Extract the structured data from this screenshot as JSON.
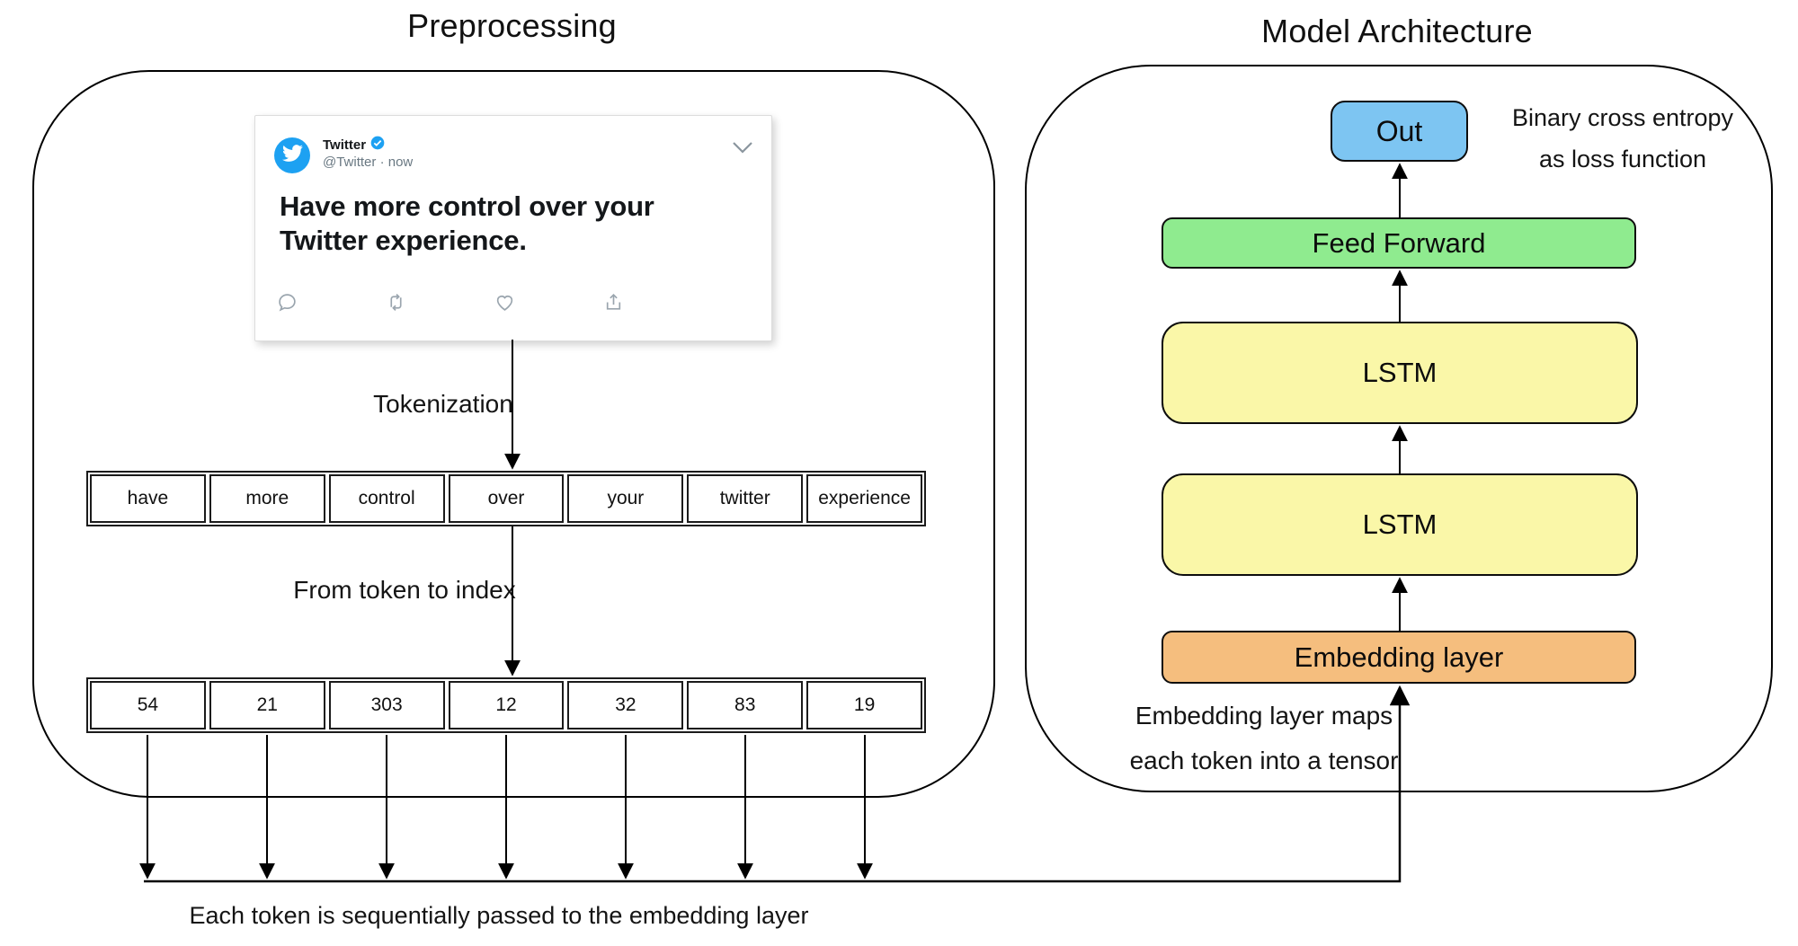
{
  "colors": {
    "twitter_blue": "#1DA1F2",
    "out_box_blue": "#7DC5F2",
    "feed_forward_green": "#8FEB8F",
    "lstm_yellow": "#FAF7A8",
    "embedding_orange": "#F5BE7E"
  },
  "preprocessing": {
    "title": "Preprocessing",
    "tweet": {
      "display_name": "Twitter",
      "handle": "@Twitter · now",
      "body": "Have more control over your Twitter experience."
    },
    "step_labels": {
      "tokenization": "Tokenization",
      "token_to_index": "From token to index"
    },
    "tokens": [
      "have",
      "more",
      "control",
      "over",
      "your",
      "twitter",
      "experience"
    ],
    "indices": [
      "54",
      "21",
      "303",
      "12",
      "32",
      "83",
      "19"
    ],
    "bottom_caption": "Each token is sequentially passed to the embedding layer"
  },
  "model": {
    "title": "Model Architecture",
    "layers": {
      "out": "Out",
      "feed_forward": "Feed Forward",
      "lstm_top": "LSTM",
      "lstm_bottom": "LSTM",
      "embedding": "Embedding layer"
    },
    "loss_note_line1": "Binary cross entropy",
    "loss_note_line2": "as loss function",
    "embedding_note_line1": "Embedding layer maps",
    "embedding_note_line2": "each token into a tensor"
  }
}
